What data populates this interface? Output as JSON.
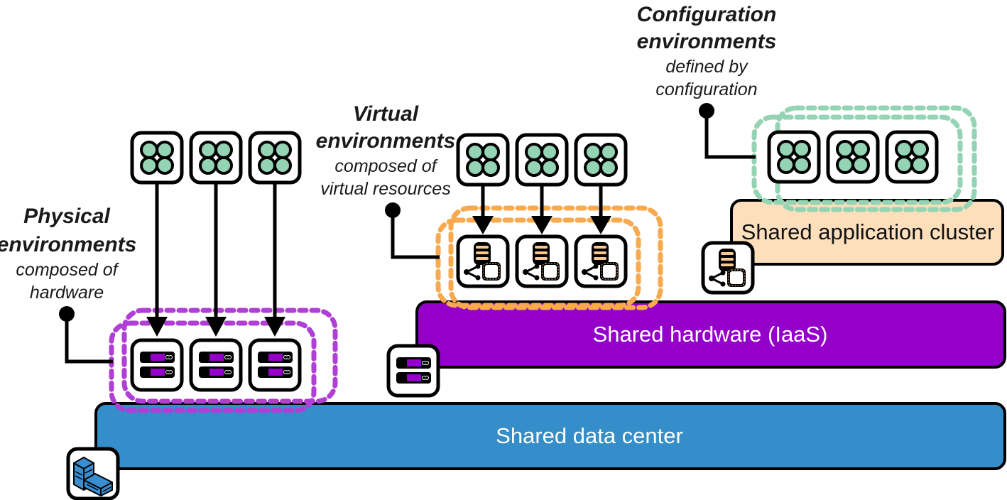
{
  "colors": {
    "data_center": "#358ec9",
    "hardware": "#9400c9",
    "app_cluster": "#fddfbc",
    "physical_dash": "#b03fd6",
    "virtual_dash": "#f9a94e",
    "config_dash": "#94d4b4",
    "app_dot": "#94d4b4",
    "db_fill": "#f8c890",
    "building": "#3a8ed0",
    "outline": "#000000"
  },
  "layers": {
    "data_center": {
      "label": "Shared data center",
      "icon": "building-icon"
    },
    "hardware": {
      "label": "Shared hardware (IaaS)",
      "icon": "server-icon"
    },
    "app_cluster": {
      "label": "Shared application cluster",
      "icon": "database-chip-icon"
    }
  },
  "callouts": {
    "physical": {
      "title_line1": "Physical",
      "title_line2": "environments",
      "sub_line1": "composed of",
      "sub_line2": "hardware"
    },
    "virtual": {
      "title_line1": "Virtual",
      "title_line2": "environments",
      "sub_line1": "composed of",
      "sub_line2": "virtual resources"
    },
    "configuration": {
      "title_line1": "Configuration",
      "title_line2": "environments",
      "sub_line1": "defined by",
      "sub_line2": "configuration"
    }
  },
  "groups": {
    "physical": {
      "count": 3,
      "resource_icon": "server-icon",
      "app_icon": "application-icon"
    },
    "virtual": {
      "count": 3,
      "resource_icon": "database-chip-icon",
      "app_icon": "application-icon"
    },
    "configuration": {
      "count": 3,
      "app_icon": "application-icon"
    }
  }
}
